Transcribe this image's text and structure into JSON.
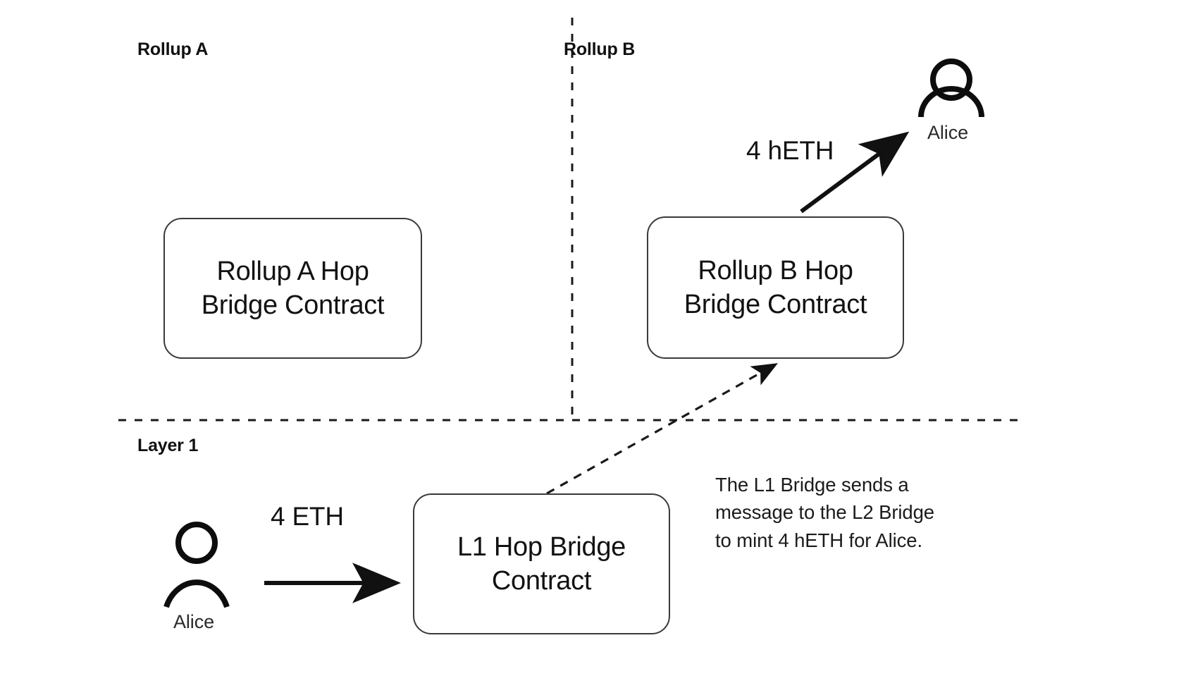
{
  "diagram": {
    "title": "Hop Protocol L1 to Rollup B bridge flow",
    "zones": [
      {
        "id": "rollup-a",
        "label": "Rollup A"
      },
      {
        "id": "rollup-b",
        "label": "Rollup B"
      },
      {
        "id": "layer-1",
        "label": "Layer 1"
      }
    ],
    "boxes": [
      {
        "id": "rollup-a-bridge",
        "label": "Rollup A Hop\nBridge Contract"
      },
      {
        "id": "rollup-b-bridge",
        "label": "Rollup B Hop\nBridge Contract"
      },
      {
        "id": "l1-bridge",
        "label": "L1 Hop Bridge\nContract"
      }
    ],
    "actors": [
      {
        "id": "alice-rollup-b",
        "name": "Alice",
        "icon": "person-icon"
      },
      {
        "id": "alice-layer-1",
        "name": "Alice",
        "icon": "person-icon"
      }
    ],
    "flows": [
      {
        "id": "alice-to-l1",
        "label": "4 ETH",
        "style": "solid"
      },
      {
        "id": "rollup-b-to-alice",
        "label": "4 hETH",
        "style": "solid"
      },
      {
        "id": "l1-to-rollup-b",
        "label": "",
        "style": "dashed"
      }
    ],
    "notes": [
      {
        "id": "l1-message-note",
        "text": "The L1 Bridge sends a\nmessage to the L2 Bridge\nto mint 4 hETH for Alice."
      }
    ],
    "colors": {
      "background": "#ffffff",
      "stroke": "#3a3a3a",
      "text": "#121212",
      "divider": "#1a1a1a"
    }
  }
}
